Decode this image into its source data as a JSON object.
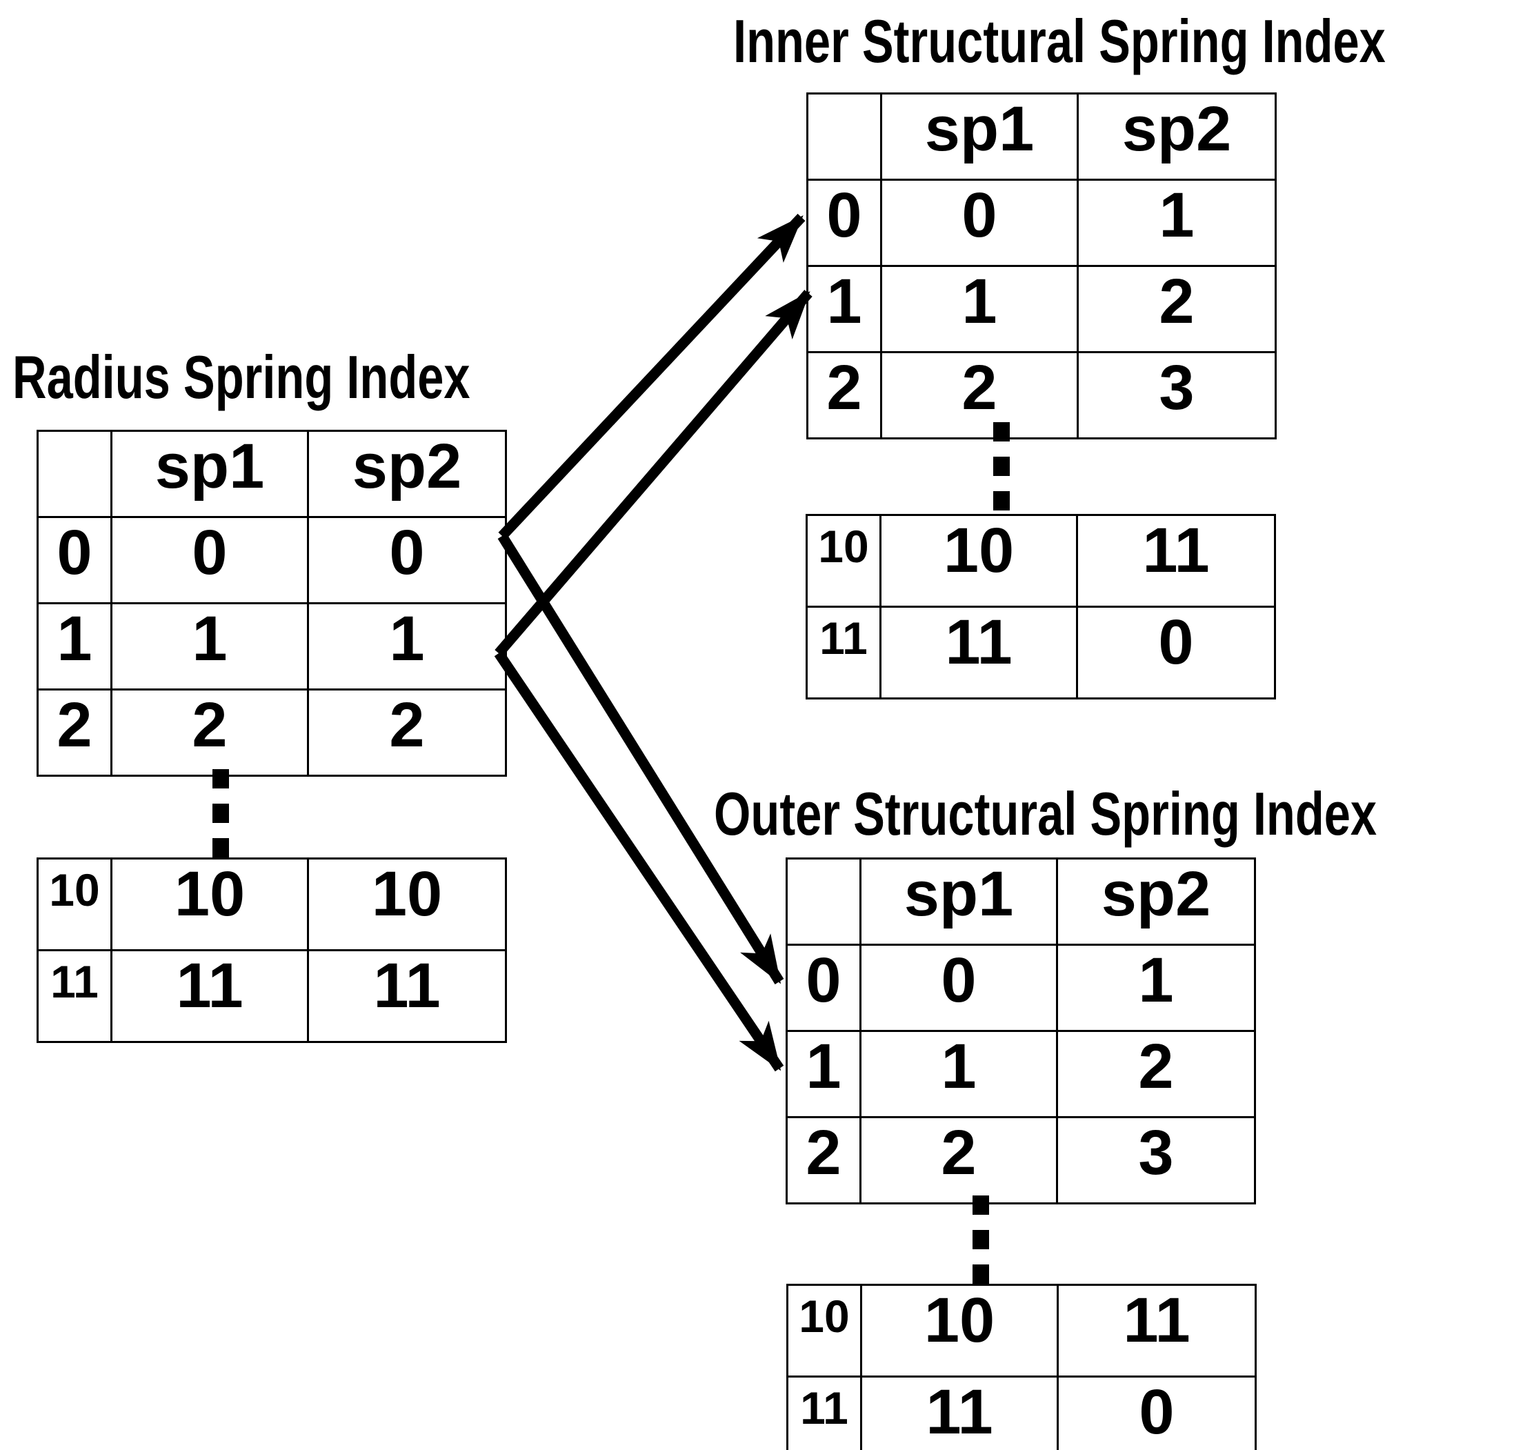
{
  "colors": {
    "background": "#ffffff",
    "foreground": "#000000"
  },
  "radius_table": {
    "title": "Radius Spring Index",
    "column_headers": [
      "sp1",
      "sp2"
    ],
    "rows": [
      [
        "0",
        "0",
        "0"
      ],
      [
        "1",
        "1",
        "1"
      ],
      [
        "2",
        "2",
        "2"
      ]
    ],
    "tail_rows": [
      [
        "10",
        "10",
        "10"
      ],
      [
        "11",
        "11",
        "11"
      ]
    ]
  },
  "inner_table": {
    "title": "Inner Structural Spring Index",
    "column_headers": [
      "sp1",
      "sp2"
    ],
    "rows": [
      [
        "0",
        "0",
        "1"
      ],
      [
        "1",
        "1",
        "2"
      ],
      [
        "2",
        "2",
        "3"
      ]
    ],
    "tail_rows": [
      [
        "10",
        "10",
        "11"
      ],
      [
        "11",
        "11",
        "0"
      ]
    ]
  },
  "outer_table": {
    "title": "Outer Structural Spring Index",
    "column_headers": [
      "sp1",
      "sp2"
    ],
    "rows": [
      [
        "0",
        "0",
        "1"
      ],
      [
        "1",
        "1",
        "2"
      ],
      [
        "2",
        "2",
        "3"
      ]
    ],
    "tail_rows": [
      [
        "10",
        "10",
        "11"
      ],
      [
        "11",
        "11",
        "0"
      ]
    ]
  },
  "arrows": [
    {
      "from": "radius-row-0",
      "to": "inner-row-0"
    },
    {
      "from": "radius-row-1",
      "to": "inner-row-1"
    },
    {
      "from": "radius-row-0",
      "to": "outer-row-0"
    },
    {
      "from": "radius-row-1",
      "to": "outer-row-1"
    }
  ]
}
